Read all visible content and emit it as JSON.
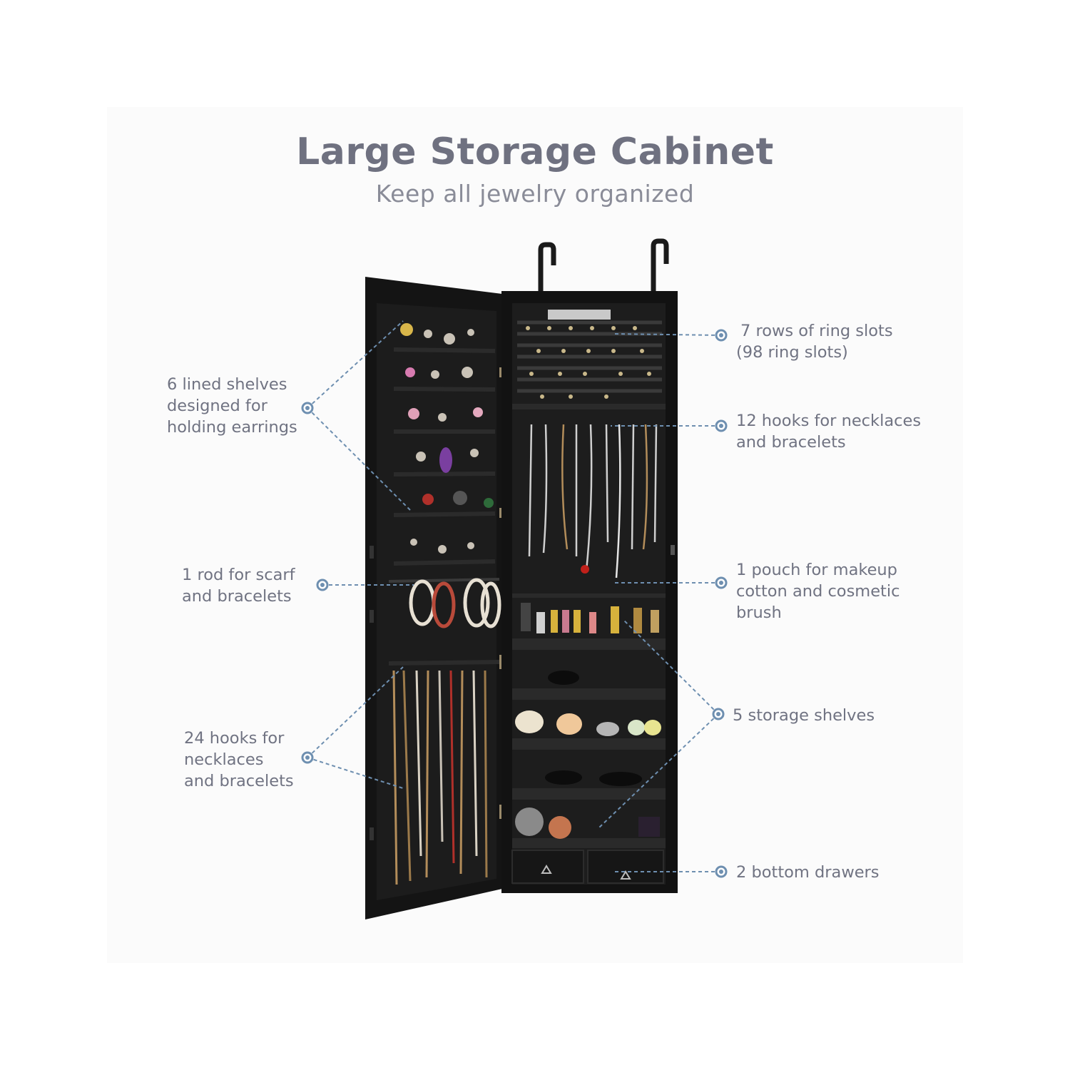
{
  "heading": {
    "title": "Large Storage Cabinet",
    "subtitle": "Keep all jewelry organized"
  },
  "callouts": {
    "earring_shelves": [
      "6 lined shelves",
      "designed for",
      "holding earrings"
    ],
    "scarf_rod": [
      "1 rod for scarf",
      "and bracelets"
    ],
    "door_hooks": [
      "24 hooks for",
      "necklaces",
      "and bracelets"
    ],
    "ring_slots": [
      "7 rows of ring slots",
      "(98 ring slots)"
    ],
    "necklace_hooks": [
      "12 hooks for necklaces",
      "and bracelets"
    ],
    "makeup_pouch": [
      "1 pouch for makeup",
      "cotton and cosmetic",
      "brush"
    ],
    "storage_shelves": [
      "5 storage shelves"
    ],
    "bottom_drawers": [
      "2 bottom drawers"
    ]
  },
  "colors": {
    "text": "#707382",
    "title": "#6f7180",
    "leader": "#6e8fb0",
    "cabinet": "#121212",
    "cabinet_interior": "#1c1c1c"
  },
  "icons": [
    "callout-dot-icon",
    "hanger-hook-icon",
    "drawer-handle-icon"
  ]
}
